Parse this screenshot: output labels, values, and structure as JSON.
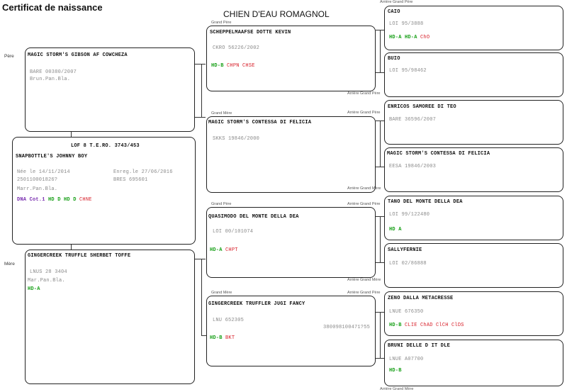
{
  "title": "Certificat de naissance",
  "breed": "CHIEN D'EAU ROMAGNOL",
  "side_labels": {
    "father": "Père",
    "mother": "Mère"
  },
  "role_labels": {
    "ag_top": "Arrière Grand Père",
    "gp": "Grand Père",
    "gm": "Grand Mère",
    "agp": "Arrière Grand Père",
    "agm": "Arrière Grand Mère",
    "agm_bottom": "Arrière Grand Mère"
  },
  "subject": {
    "header": "LOF 8 T.E.RO. 3743/453",
    "name": "SNAPBOTTLE'S JOHNNY BOY",
    "born": "Née le 14/11/2014",
    "reg": "Enreg.le 27/06/2016",
    "chip": "250110001826?",
    "ress": "BRES 695601",
    "color": "Marr.Pan.Bla.",
    "health": {
      "dna": "DNA Cot.1",
      "hd": "HD D HD D",
      "other": "CHNE"
    }
  },
  "father": {
    "name": "MAGIC STORM'S GIBSON AF COWCHEZA",
    "reg": "BARE 00380/2007",
    "color": "Brun.Pan.Bla."
  },
  "mother": {
    "name": "GINGERCREEK TRUFFLE SHERBET TOFFE",
    "reg": "LNUS 28 3404",
    "color": "Mar.Pan.Bla.",
    "health": "HD-A"
  },
  "gf_paternal": {
    "name": "SCHEPPELMAAFSE DOTTE KEVIN",
    "reg": "CKRO 56226/2002",
    "health_green": "HD-B",
    "health_red": "CHPN CHSE"
  },
  "gm_paternal": {
    "name": "MAGIC STORM'S CONTESSA DI FELICIA",
    "reg": "SKKS 19846/2000"
  },
  "gf_maternal": {
    "name": "QUASIMODO DEL MONTE DELLA DEA",
    "reg": "LOI 00/101074",
    "health_green": "HD-A",
    "health_red": "CHPT"
  },
  "gm_maternal": {
    "name": "GINGERCREEK TRUFFLER JUGI FANCY",
    "reg": "LNU 652305",
    "chip": "380098100471?55",
    "health_green": "HD-B",
    "health_red": "BKT"
  },
  "ggp": [
    {
      "name": "CAIO",
      "reg": "LOI 95/3888",
      "health_green": "HD-A HD-A",
      "health_red": "ChO"
    },
    {
      "name": "BUIO",
      "reg": "LOI 95/98462",
      "health_green": "",
      "health_red": ""
    },
    {
      "name": "ENRICOS SAMOREE DI TEO",
      "reg": "BARE 36596/2007",
      "health_green": "",
      "health_red": ""
    },
    {
      "name": "MAGIC STORM'S CONTESSA DI FELICIA",
      "reg": "EESA 19846/2003",
      "health_green": "",
      "health_red": ""
    },
    {
      "name": "TANO DEL MONTE DELLA DEA",
      "reg": "LOI 99/122480",
      "health_green": "HD A",
      "health_red": ""
    },
    {
      "name": "SALLYFERNIE",
      "reg": "LOI 02/86888",
      "health_green": "",
      "health_red": ""
    },
    {
      "name": "ZENO DALLA METACRESSE",
      "reg": "LNUE 676350",
      "health_green": "HD-B",
      "health_red": "CLIE ChAD ClCH ClDS"
    },
    {
      "name": "BRUNI DELLE D IT DLE",
      "reg": "LNUE A07700",
      "health_green": "HD-B",
      "health_red": ""
    }
  ]
}
